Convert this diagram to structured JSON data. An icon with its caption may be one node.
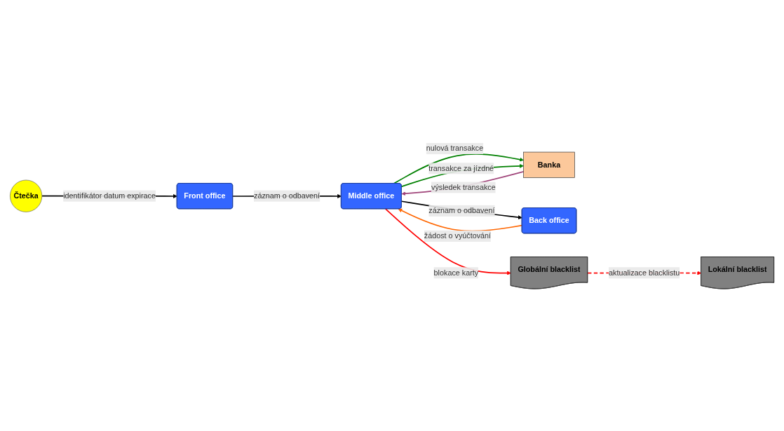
{
  "diagram": {
    "nodes": [
      {
        "text": [
          "Čtečka"
        ]
      },
      {
        "text": [
          "Banka"
        ]
      },
      {
        "text": [
          "Front office"
        ]
      },
      {
        "text": [
          "Middle office"
        ]
      },
      {
        "text": [
          "Back office"
        ]
      },
      {
        "text": [
          "Lokální blacklist"
        ]
      },
      {
        "text": [
          "Globální blacklist"
        ]
      }
    ],
    "edges": [
      {
        "from": 0,
        "to": 2,
        "arrow": "to",
        "label": "identifikátor datum expirace"
      },
      {
        "from": 2,
        "to": 3,
        "arrow": "to",
        "label": "záznam o odbavení"
      },
      {
        "from": 3,
        "to": 1,
        "arrow": "to",
        "label": "nulová transakce",
        "color": "#008000"
      },
      {
        "from": 1,
        "to": 3,
        "arrow": "to",
        "label": "výsledek transakce",
        "color": "#a0457a"
      },
      {
        "from": 3,
        "to": 1,
        "arrow": "to",
        "label": "transakce za jízdné",
        "color": "#008000"
      },
      {
        "from": 3,
        "to": 4,
        "arrow": "to",
        "label": "záznam o odbavení"
      },
      {
        "from": 4,
        "to": 3,
        "arrow": "to",
        "label": "žádost o vyúčtování",
        "color": "#ff6600"
      },
      {
        "from": 3,
        "to": 6,
        "arrow": "to",
        "label": "blokace karty",
        "color": "#ff0000"
      },
      {
        "from": 6,
        "to": 5,
        "arrow": "to",
        "label": "aktualizace blacklistu",
        "style": "dashed",
        "color": "#ff0000"
      }
    ]
  }
}
